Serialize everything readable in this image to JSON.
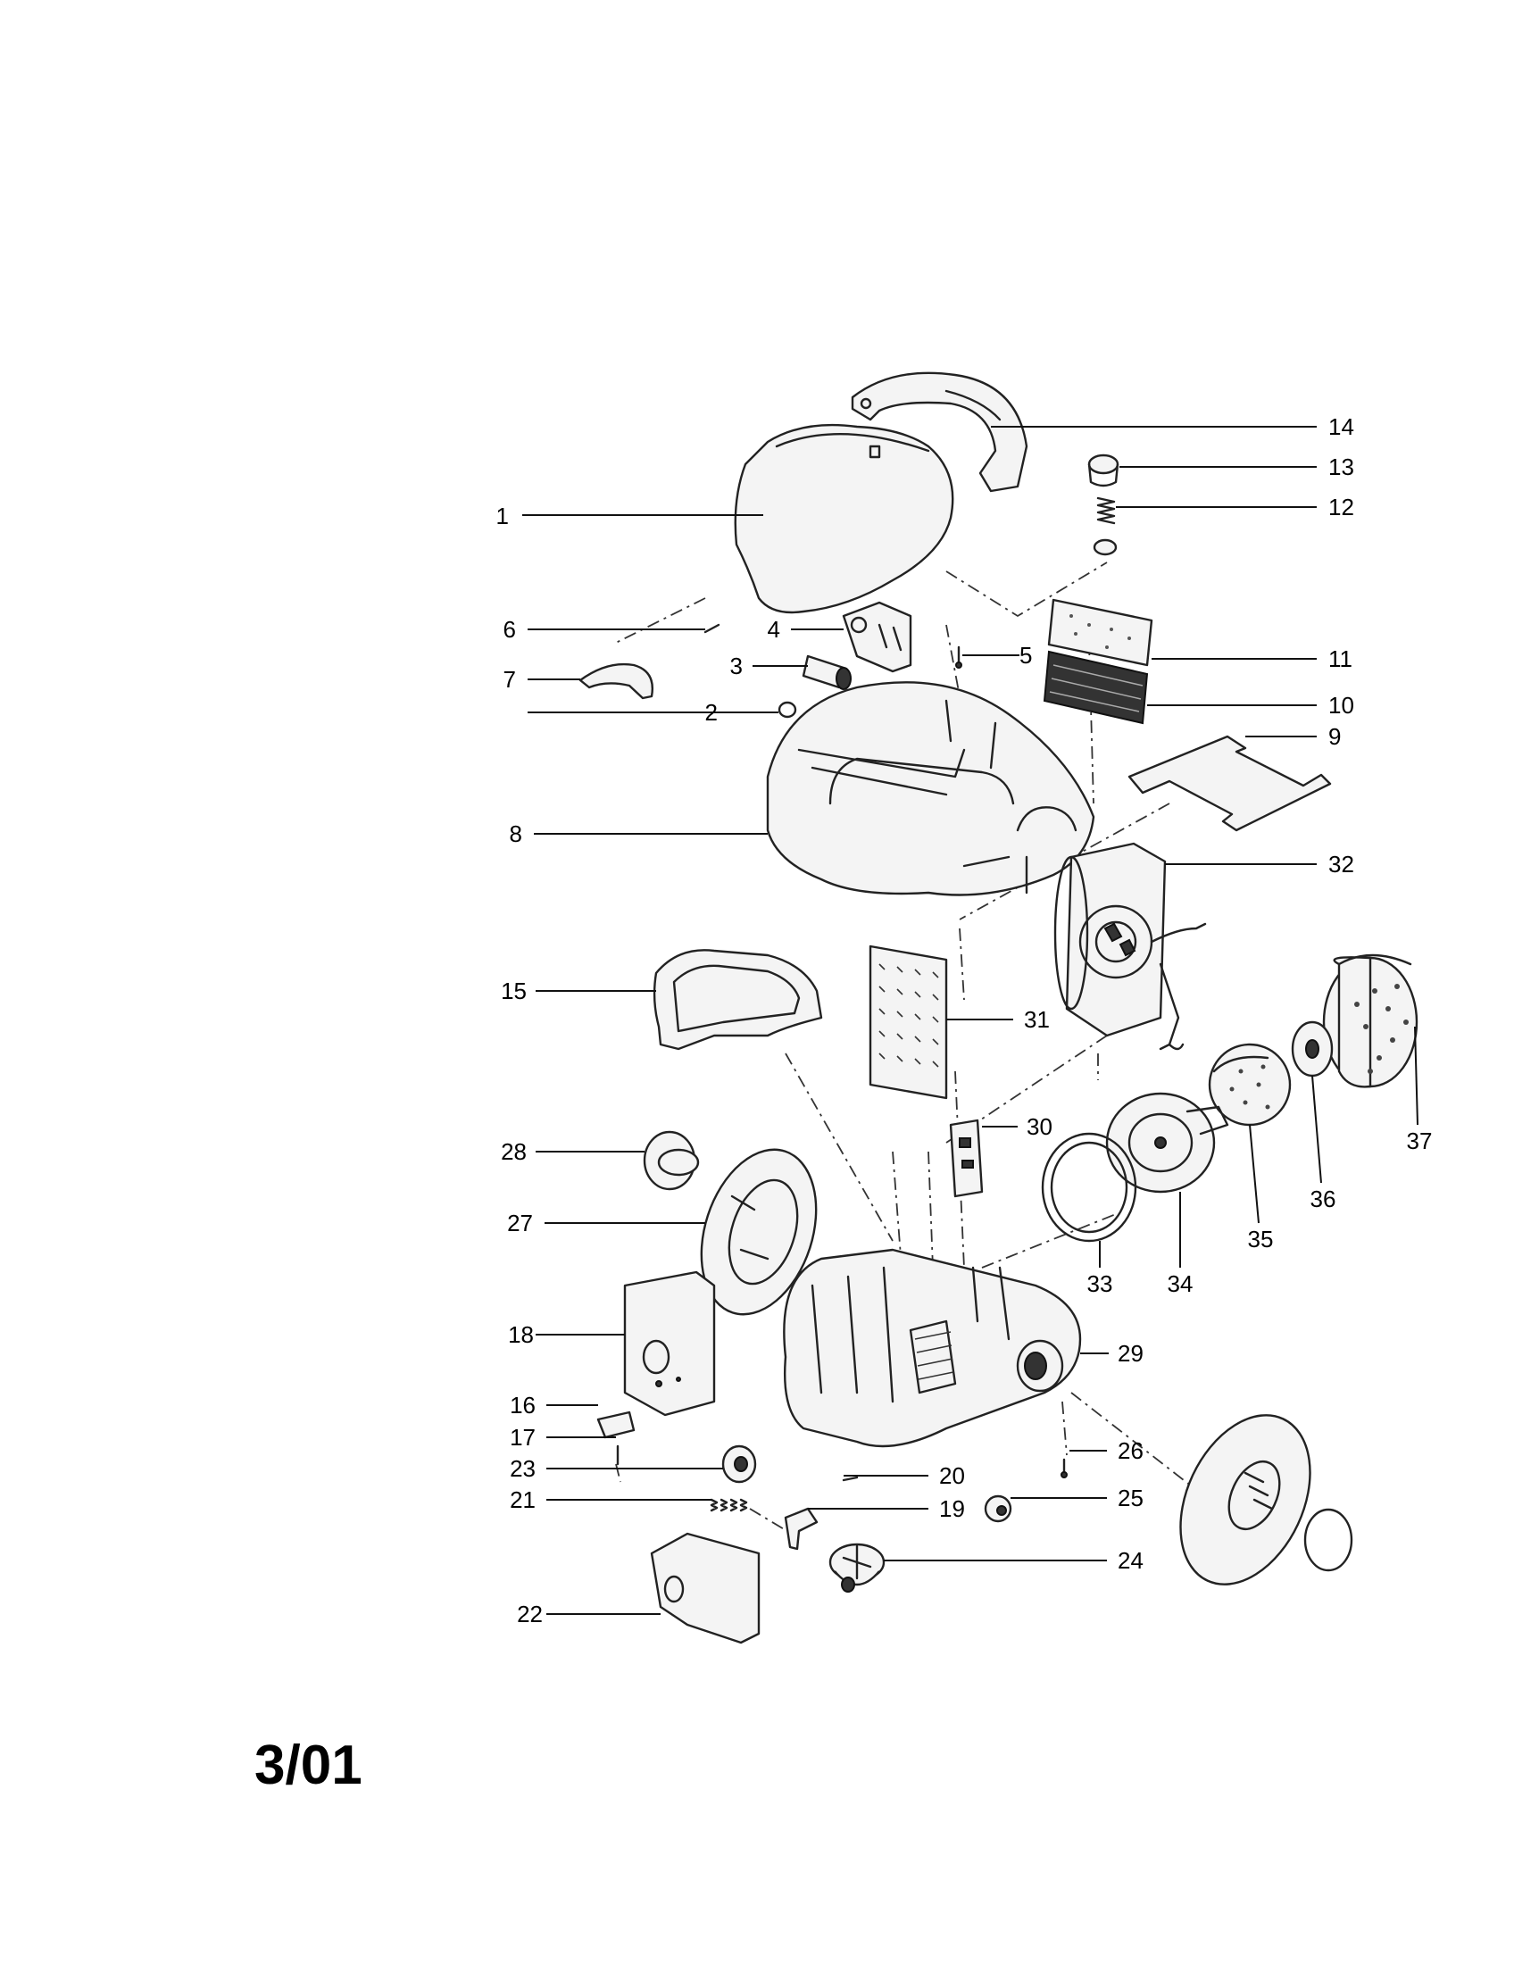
{
  "diagram": {
    "revision_date": "3/01",
    "callouts": {
      "c1": "1",
      "c2": "2",
      "c3": "3",
      "c4": "4",
      "c5": "5",
      "c6": "6",
      "c7": "7",
      "c8": "8",
      "c9": "9",
      "c10": "10",
      "c11": "11",
      "c12": "12",
      "c13": "13",
      "c14": "14",
      "c15": "15",
      "c16": "16",
      "c17": "17",
      "c18": "18",
      "c19": "19",
      "c20": "20",
      "c21": "21",
      "c22": "22",
      "c23": "23",
      "c24": "24",
      "c25": "25",
      "c26": "26",
      "c27": "27",
      "c28": "28",
      "c29": "29",
      "c30": "30",
      "c31": "31",
      "c32": "32",
      "c33": "33",
      "c34": "34",
      "c35": "35",
      "c36": "36",
      "c37": "37"
    }
  }
}
